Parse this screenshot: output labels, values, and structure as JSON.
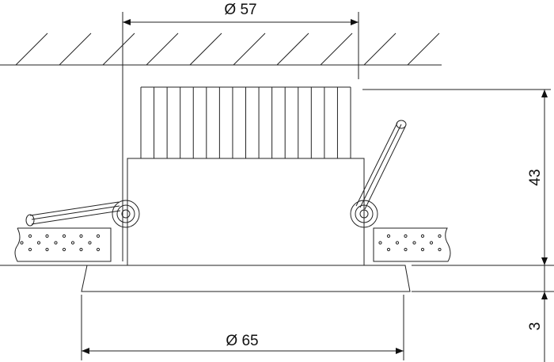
{
  "dimensions": {
    "top_diameter": "Ø 57",
    "bottom_diameter": "Ø 65",
    "height": "43",
    "flange_height": "3"
  },
  "colors": {
    "line": "#222222",
    "background": "#ffffff"
  }
}
